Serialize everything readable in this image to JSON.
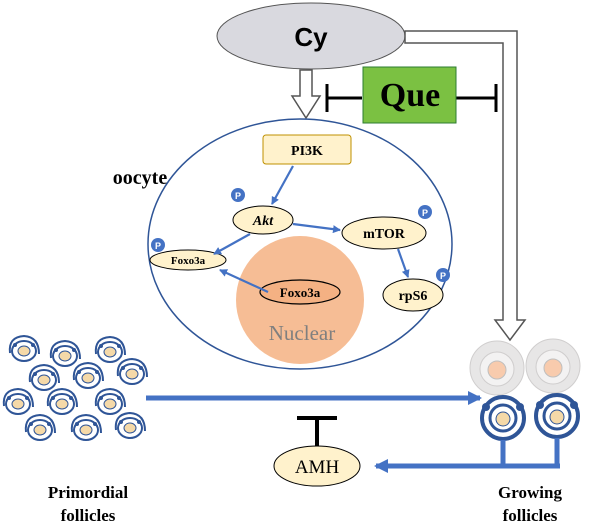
{
  "diagram": {
    "cy": "Cy",
    "que": "Que",
    "oocyte": "oocyte",
    "pi3k": "PI3K",
    "akt": "Akt",
    "mtor": "mTOR",
    "foxo3a_cytoplasm": "Foxo3a",
    "foxo3a_nuclear": "Foxo3a",
    "rps6": "rpS6",
    "nuclear": "Nuclear",
    "phospho": "P",
    "amh": "AMH",
    "primordial_line1": "Primordial",
    "primordial_line2": "follicles",
    "growing_line1": "Growing",
    "growing_line2": "follicles"
  },
  "colors": {
    "arrow_blue": "#4472C4",
    "phospho_blue": "#4472C4",
    "cy_fill": "#D9D9DF",
    "que_fill": "#7BC142",
    "protein_fill": "#FFF2CC",
    "nucleus_fill": "#F4B183",
    "follicle_ring": "#2F5597",
    "oocyte_core": "#F5D9A8"
  }
}
